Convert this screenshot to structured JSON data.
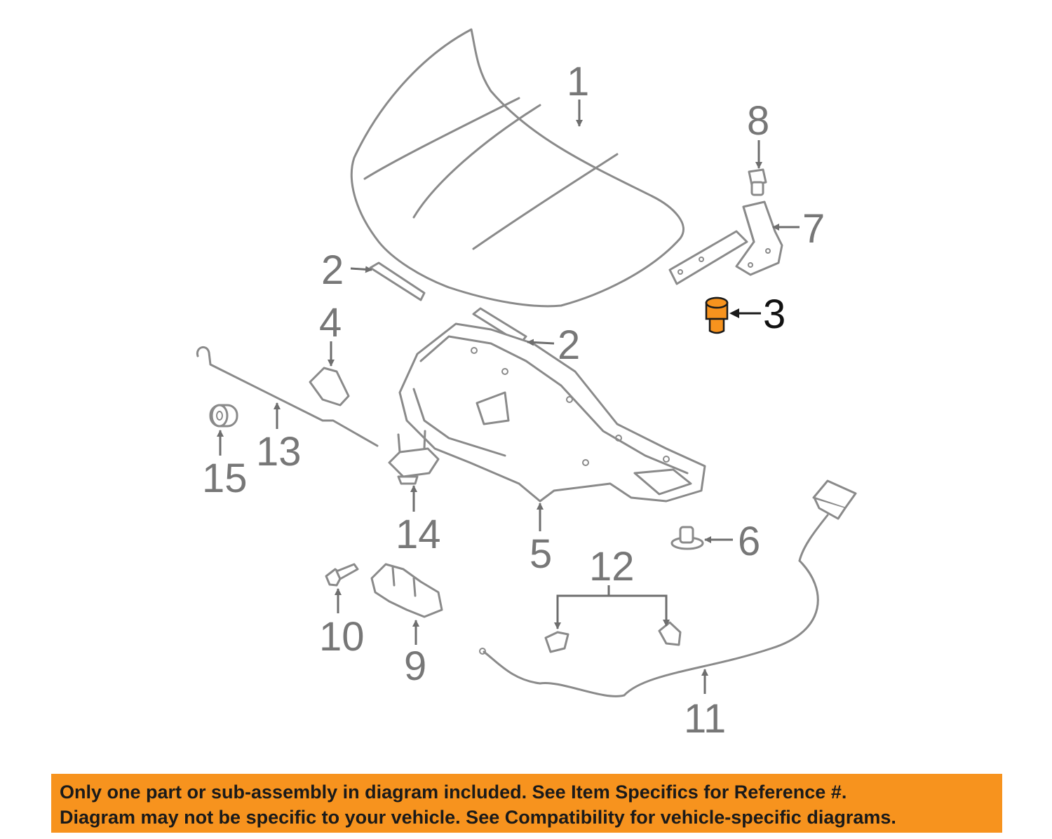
{
  "diagram": {
    "callouts": [
      {
        "id": "c1",
        "label": "1"
      },
      {
        "id": "c2a",
        "label": "2"
      },
      {
        "id": "c2b",
        "label": "2"
      },
      {
        "id": "c3",
        "label": "3"
      },
      {
        "id": "c4",
        "label": "4"
      },
      {
        "id": "c5",
        "label": "5"
      },
      {
        "id": "c6",
        "label": "6"
      },
      {
        "id": "c7",
        "label": "7"
      },
      {
        "id": "c8",
        "label": "8"
      },
      {
        "id": "c9",
        "label": "9"
      },
      {
        "id": "c10",
        "label": "10"
      },
      {
        "id": "c11",
        "label": "11"
      },
      {
        "id": "c12",
        "label": "12"
      },
      {
        "id": "c13",
        "label": "13"
      },
      {
        "id": "c14",
        "label": "14"
      },
      {
        "id": "c15",
        "label": "15"
      }
    ],
    "highlighted_part": "3",
    "highlight_color": "#f7931e",
    "line_color": "#8a8a8a"
  },
  "notice": {
    "line1": "Only one part or sub-assembly in diagram included. See Item Specifics for Reference #.",
    "line2": "Diagram may not be specific to your vehicle. See Compatibility for vehicle-specific diagrams.",
    "background": "#f7931e"
  }
}
